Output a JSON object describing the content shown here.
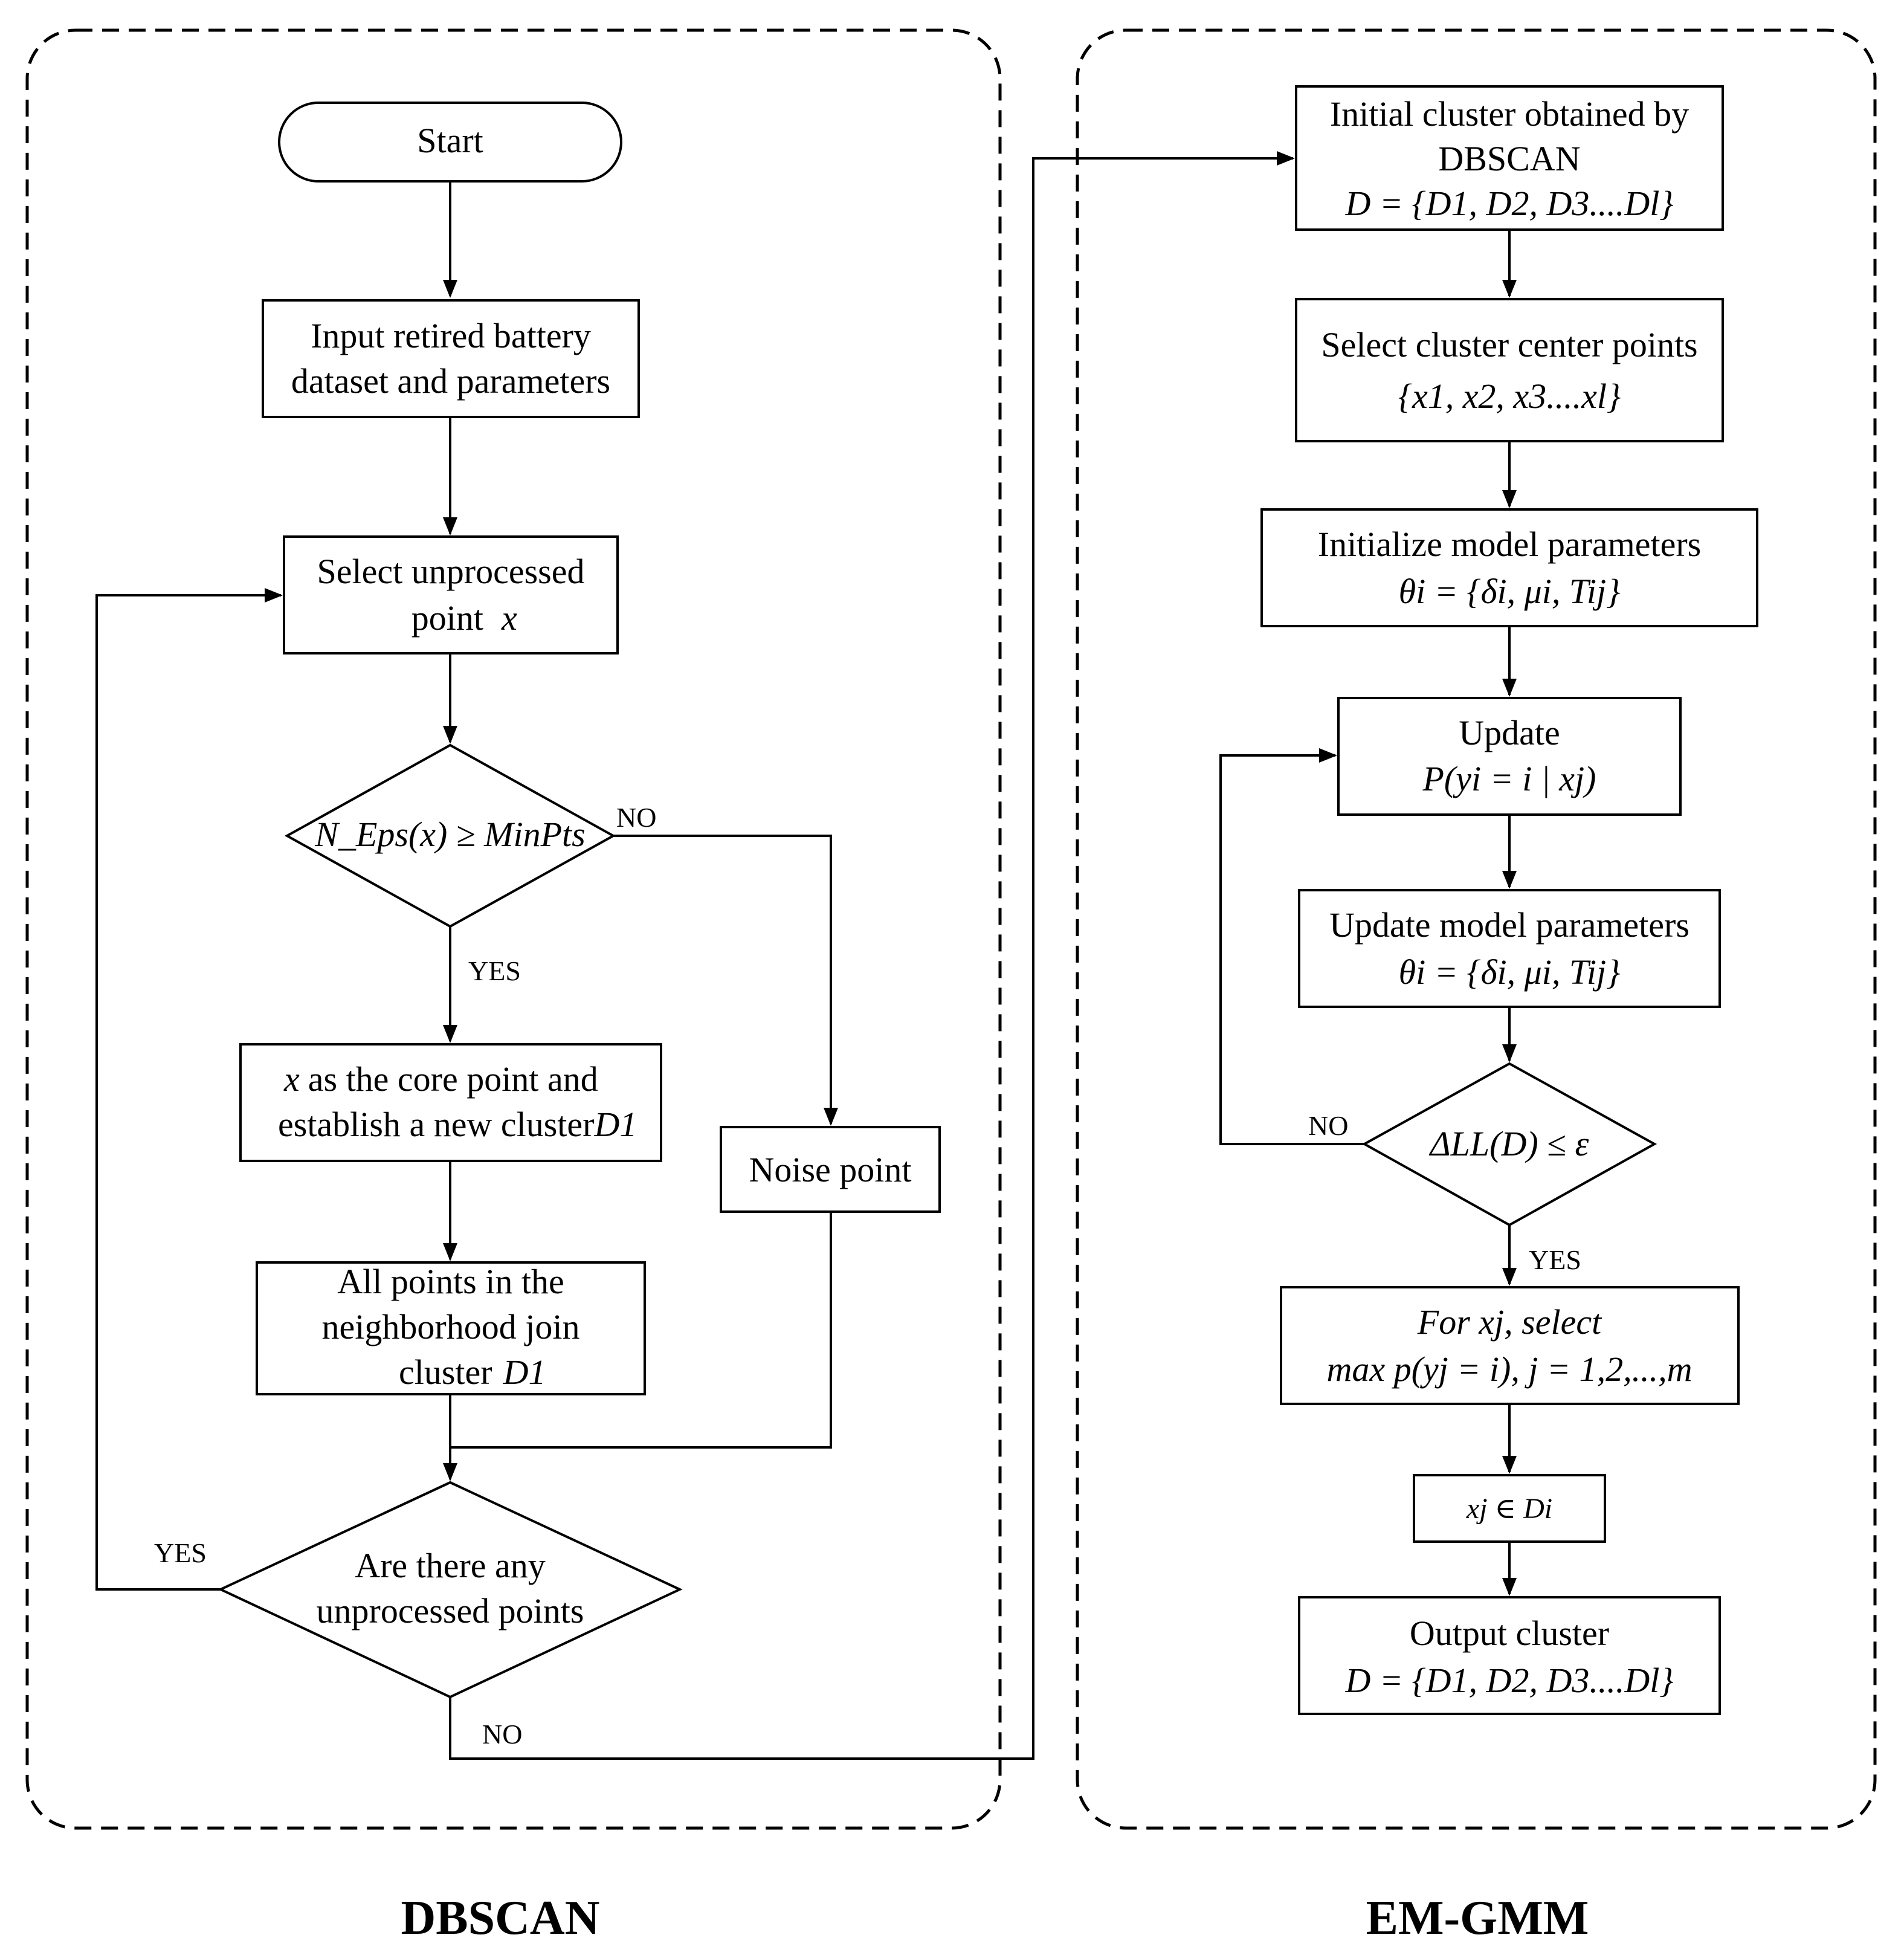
{
  "panels": {
    "left_title": "DBSCAN",
    "right_title": "EM-GMM"
  },
  "dbscan": {
    "start": "Start",
    "input_line1": "Input retired battery",
    "input_line2": "dataset and parameters",
    "select_line1": "Select unprocessed",
    "select_line2": "point",
    "select_var": "x",
    "decision1": "N_Eps(x) ≥ MinPts",
    "decision1_no": "NO",
    "decision1_yes": "YES",
    "core_line1_var": "x",
    "core_line1": "as the core point and",
    "core_line2": "establish a new cluster",
    "core_var": "D1",
    "noise": "Noise point",
    "join_line1": "All points in the",
    "join_line2": "neighborhood join",
    "join_line3": "cluster",
    "join_var": "D1",
    "decision2_line1": "Are there any",
    "decision2_line2": "unprocessed points",
    "decision2_yes": "YES",
    "decision2_no": "NO"
  },
  "emgmm": {
    "init_line1": "Initial cluster obtained by",
    "init_line2": "DBSCAN",
    "init_formula": "D = {D1, D2, D3....Dl}",
    "centers_line1": "Select cluster center points",
    "centers_formula": "{x1, x2, x3....xl}",
    "params_line1": "Initialize model parameters",
    "params_formula": "θi = {δi, μi, Tij}",
    "update_line1": "Update",
    "update_formula": "P(yi = i | xj)",
    "update_params_line1": "Update model parameters",
    "update_params_formula": "θi = {δi, μi, Tij}",
    "decision": "ΔLL(D) ≤ ε",
    "decision_no": "NO",
    "decision_yes": "YES",
    "select_line1": "For xj, select",
    "select_line2": "max p(yj = i), j = 1,2,...,m",
    "assign": "xj ∈ Di",
    "output_line1": "Output cluster",
    "output_formula": "D = {D1, D2, D3....Dl}"
  }
}
